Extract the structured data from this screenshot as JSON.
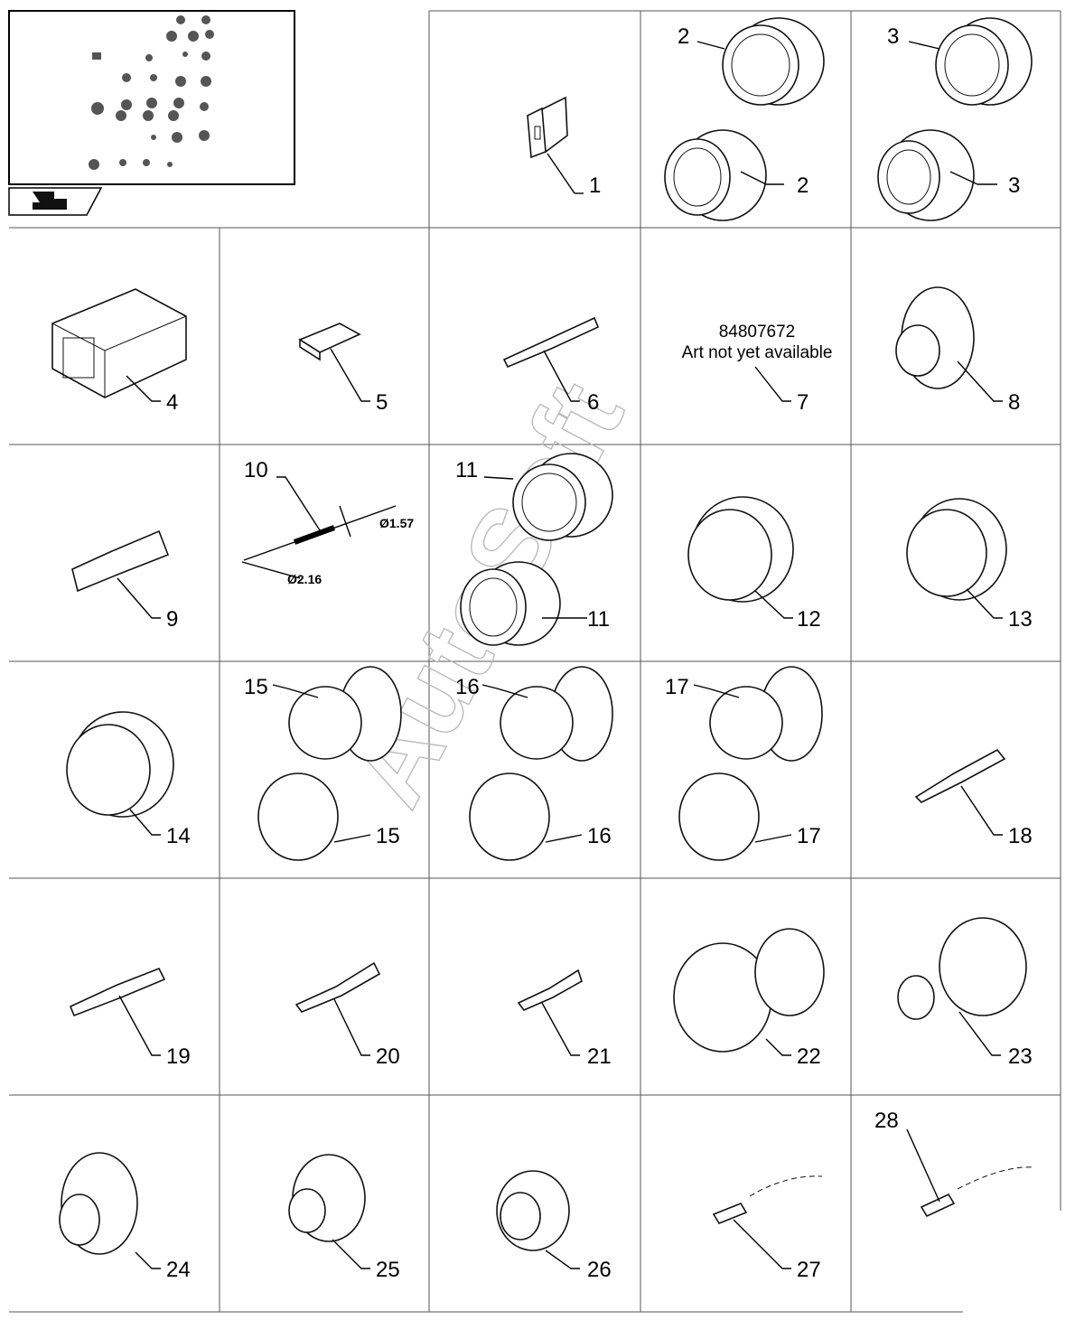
{
  "diagram": {
    "parts": [
      {
        "id": "p1",
        "label": "1"
      },
      {
        "id": "p2a",
        "label": "2"
      },
      {
        "id": "p2b",
        "label": "2"
      },
      {
        "id": "p3a",
        "label": "3"
      },
      {
        "id": "p3b",
        "label": "3"
      },
      {
        "id": "p4",
        "label": "4"
      },
      {
        "id": "p5",
        "label": "5"
      },
      {
        "id": "p6",
        "label": "6"
      },
      {
        "id": "p7",
        "label": "7"
      },
      {
        "id": "p8",
        "label": "8"
      },
      {
        "id": "p9",
        "label": "9"
      },
      {
        "id": "p10",
        "label": "10"
      },
      {
        "id": "p11a",
        "label": "11"
      },
      {
        "id": "p11b",
        "label": "11"
      },
      {
        "id": "p12",
        "label": "12"
      },
      {
        "id": "p13",
        "label": "13"
      },
      {
        "id": "p14",
        "label": "14"
      },
      {
        "id": "p15a",
        "label": "15"
      },
      {
        "id": "p15b",
        "label": "15"
      },
      {
        "id": "p16a",
        "label": "16"
      },
      {
        "id": "p16b",
        "label": "16"
      },
      {
        "id": "p17a",
        "label": "17"
      },
      {
        "id": "p17b",
        "label": "17"
      },
      {
        "id": "p18",
        "label": "18"
      },
      {
        "id": "p19",
        "label": "19"
      },
      {
        "id": "p20",
        "label": "20"
      },
      {
        "id": "p21",
        "label": "21"
      },
      {
        "id": "p22",
        "label": "22"
      },
      {
        "id": "p23",
        "label": "23"
      },
      {
        "id": "p24",
        "label": "24"
      },
      {
        "id": "p25",
        "label": "25"
      },
      {
        "id": "p26",
        "label": "26"
      },
      {
        "id": "p27",
        "label": "27"
      },
      {
        "id": "p28",
        "label": "28"
      }
    ],
    "notice": {
      "code": "84807672",
      "text": "Art not yet available"
    },
    "dimensions": {
      "outer": "Ø1.57",
      "inner": "Ø2.16"
    },
    "watermark": "AutoSoft"
  }
}
